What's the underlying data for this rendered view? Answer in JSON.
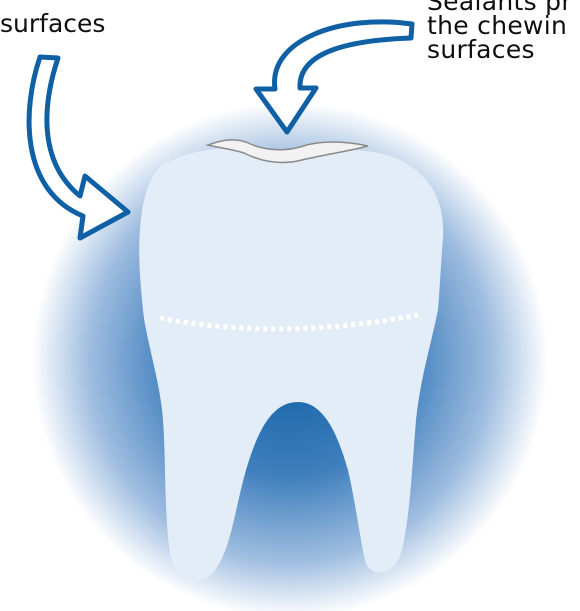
{
  "captions": {
    "left": {
      "lines": [
        "surfaces"
      ]
    },
    "right": {
      "lines": [
        "Sealants pr",
        "the chewin",
        "surfaces"
      ]
    }
  },
  "colors": {
    "halo_center": "#0f60a4",
    "halo_mid": "#6c9cce",
    "halo_edge": "#ffffff",
    "arrow_outline": "#0f60a4",
    "arrow_fill": "#ffffff",
    "tooth_fill": "#e3edf7",
    "sealant_fill": "#f2f2f2",
    "sealant_stroke": "#8a8a8a",
    "cej_dots": "#ffffff",
    "text": "#0f0f0f"
  },
  "icons": {
    "tooth": "molar-tooth-icon",
    "arrow_side": "curved-arrow-right-icon",
    "arrow_top": "curved-arrow-down-icon",
    "sealant": "sealant-layer"
  }
}
